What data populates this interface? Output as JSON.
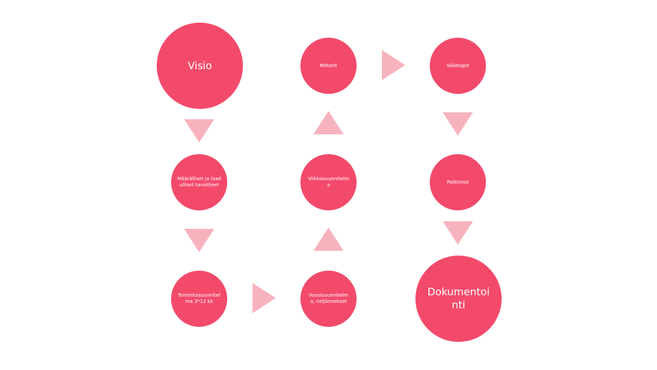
{
  "colors": {
    "node": "#f34a6b",
    "arrow": "#f7b3bd"
  },
  "nodes": {
    "visio": "Visio",
    "tavoitteet": "Määrälliset ja laadulliset tavoitteet",
    "toimintasuunnitelma": "Toimintasuunnitelma 3*12 kk",
    "vuosisuunnitelma": "Vuosisuunnitelma, neljännekset",
    "viikkosuunnitelma": "Viikkosuunnitelma",
    "mittarit": "Mittarit",
    "valietapit": "Välietapit",
    "palkinnot": "Palkinnot",
    "dokumentointi": "Dokumentointi"
  }
}
